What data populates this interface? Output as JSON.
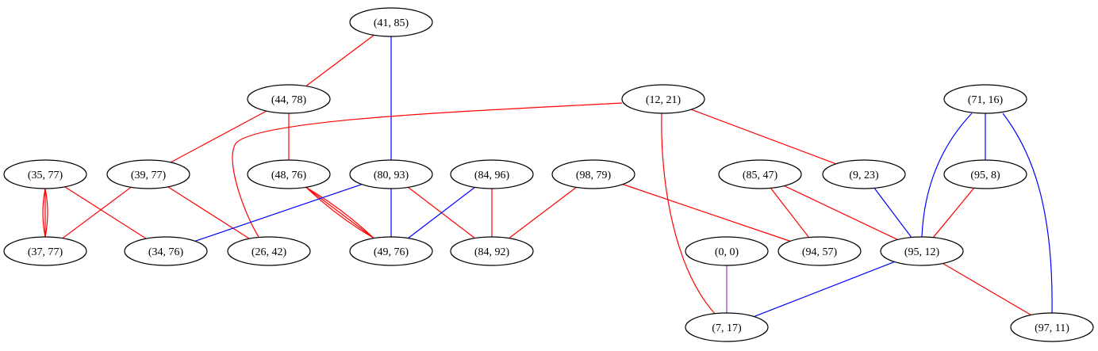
{
  "colors": {
    "red": "#ff0000",
    "blue": "#0000ff",
    "purple": "#9932cc",
    "node_stroke": "#000000",
    "background": "#ffffff"
  },
  "nodes": [
    {
      "id": "n41_85",
      "label": "(41, 85)"
    },
    {
      "id": "n44_78",
      "label": "(44, 78)"
    },
    {
      "id": "n12_21",
      "label": "(12, 21)"
    },
    {
      "id": "n71_16",
      "label": "(71, 16)"
    },
    {
      "id": "n35_77",
      "label": "(35, 77)"
    },
    {
      "id": "n39_77",
      "label": "(39, 77)"
    },
    {
      "id": "n48_76",
      "label": "(48, 76)"
    },
    {
      "id": "n80_93",
      "label": "(80, 93)"
    },
    {
      "id": "n84_96",
      "label": "(84, 96)"
    },
    {
      "id": "n98_79",
      "label": "(98, 79)"
    },
    {
      "id": "n85_47",
      "label": "(85, 47)"
    },
    {
      "id": "n9_23",
      "label": "(9, 23)"
    },
    {
      "id": "n95_8",
      "label": "(95, 8)"
    },
    {
      "id": "n37_77",
      "label": "(37, 77)"
    },
    {
      "id": "n34_76",
      "label": "(34, 76)"
    },
    {
      "id": "n26_42",
      "label": "(26, 42)"
    },
    {
      "id": "n49_76",
      "label": "(49, 76)"
    },
    {
      "id": "n84_92",
      "label": "(84, 92)"
    },
    {
      "id": "n0_0",
      "label": "(0, 0)"
    },
    {
      "id": "n94_57",
      "label": "(94, 57)"
    },
    {
      "id": "n95_12",
      "label": "(95, 12)"
    },
    {
      "id": "n7_17",
      "label": "(7, 17)"
    },
    {
      "id": "n97_11",
      "label": "(97, 11)"
    }
  ],
  "edges": [
    {
      "from": "n41_85",
      "to": "n44_78",
      "color": "red"
    },
    {
      "from": "n41_85",
      "to": "n80_93",
      "color": "blue"
    },
    {
      "from": "n44_78",
      "to": "n39_77",
      "color": "red"
    },
    {
      "from": "n44_78",
      "to": "n48_76",
      "color": "red"
    },
    {
      "from": "n12_21",
      "to": "n26_42",
      "color": "red"
    },
    {
      "from": "n12_21",
      "to": "n9_23",
      "color": "red"
    },
    {
      "from": "n12_21",
      "to": "n7_17",
      "color": "red"
    },
    {
      "from": "n71_16",
      "to": "n95_8",
      "color": "blue"
    },
    {
      "from": "n71_16",
      "to": "n95_12",
      "color": "blue"
    },
    {
      "from": "n71_16",
      "to": "n97_11",
      "color": "blue"
    },
    {
      "from": "n35_77",
      "to": "n37_77",
      "color": "red",
      "multiplicity": 3
    },
    {
      "from": "n35_77",
      "to": "n34_76",
      "color": "red"
    },
    {
      "from": "n39_77",
      "to": "n37_77",
      "color": "red"
    },
    {
      "from": "n39_77",
      "to": "n26_42",
      "color": "red"
    },
    {
      "from": "n48_76",
      "to": "n49_76",
      "color": "red",
      "multiplicity": 3
    },
    {
      "from": "n80_93",
      "to": "n34_76",
      "color": "blue"
    },
    {
      "from": "n80_93",
      "to": "n49_76",
      "color": "blue"
    },
    {
      "from": "n80_93",
      "to": "n84_92",
      "color": "red"
    },
    {
      "from": "n84_96",
      "to": "n49_76",
      "color": "blue"
    },
    {
      "from": "n84_96",
      "to": "n84_92",
      "color": "red"
    },
    {
      "from": "n98_79",
      "to": "n84_92",
      "color": "red"
    },
    {
      "from": "n98_79",
      "to": "n94_57",
      "color": "red"
    },
    {
      "from": "n85_47",
      "to": "n94_57",
      "color": "red"
    },
    {
      "from": "n85_47",
      "to": "n95_12",
      "color": "red"
    },
    {
      "from": "n9_23",
      "to": "n95_12",
      "color": "blue"
    },
    {
      "from": "n95_8",
      "to": "n95_12",
      "color": "red"
    },
    {
      "from": "n0_0",
      "to": "n7_17",
      "color": "purple"
    },
    {
      "from": "n95_12",
      "to": "n7_17",
      "color": "blue"
    },
    {
      "from": "n95_12",
      "to": "n97_11",
      "color": "red"
    }
  ]
}
